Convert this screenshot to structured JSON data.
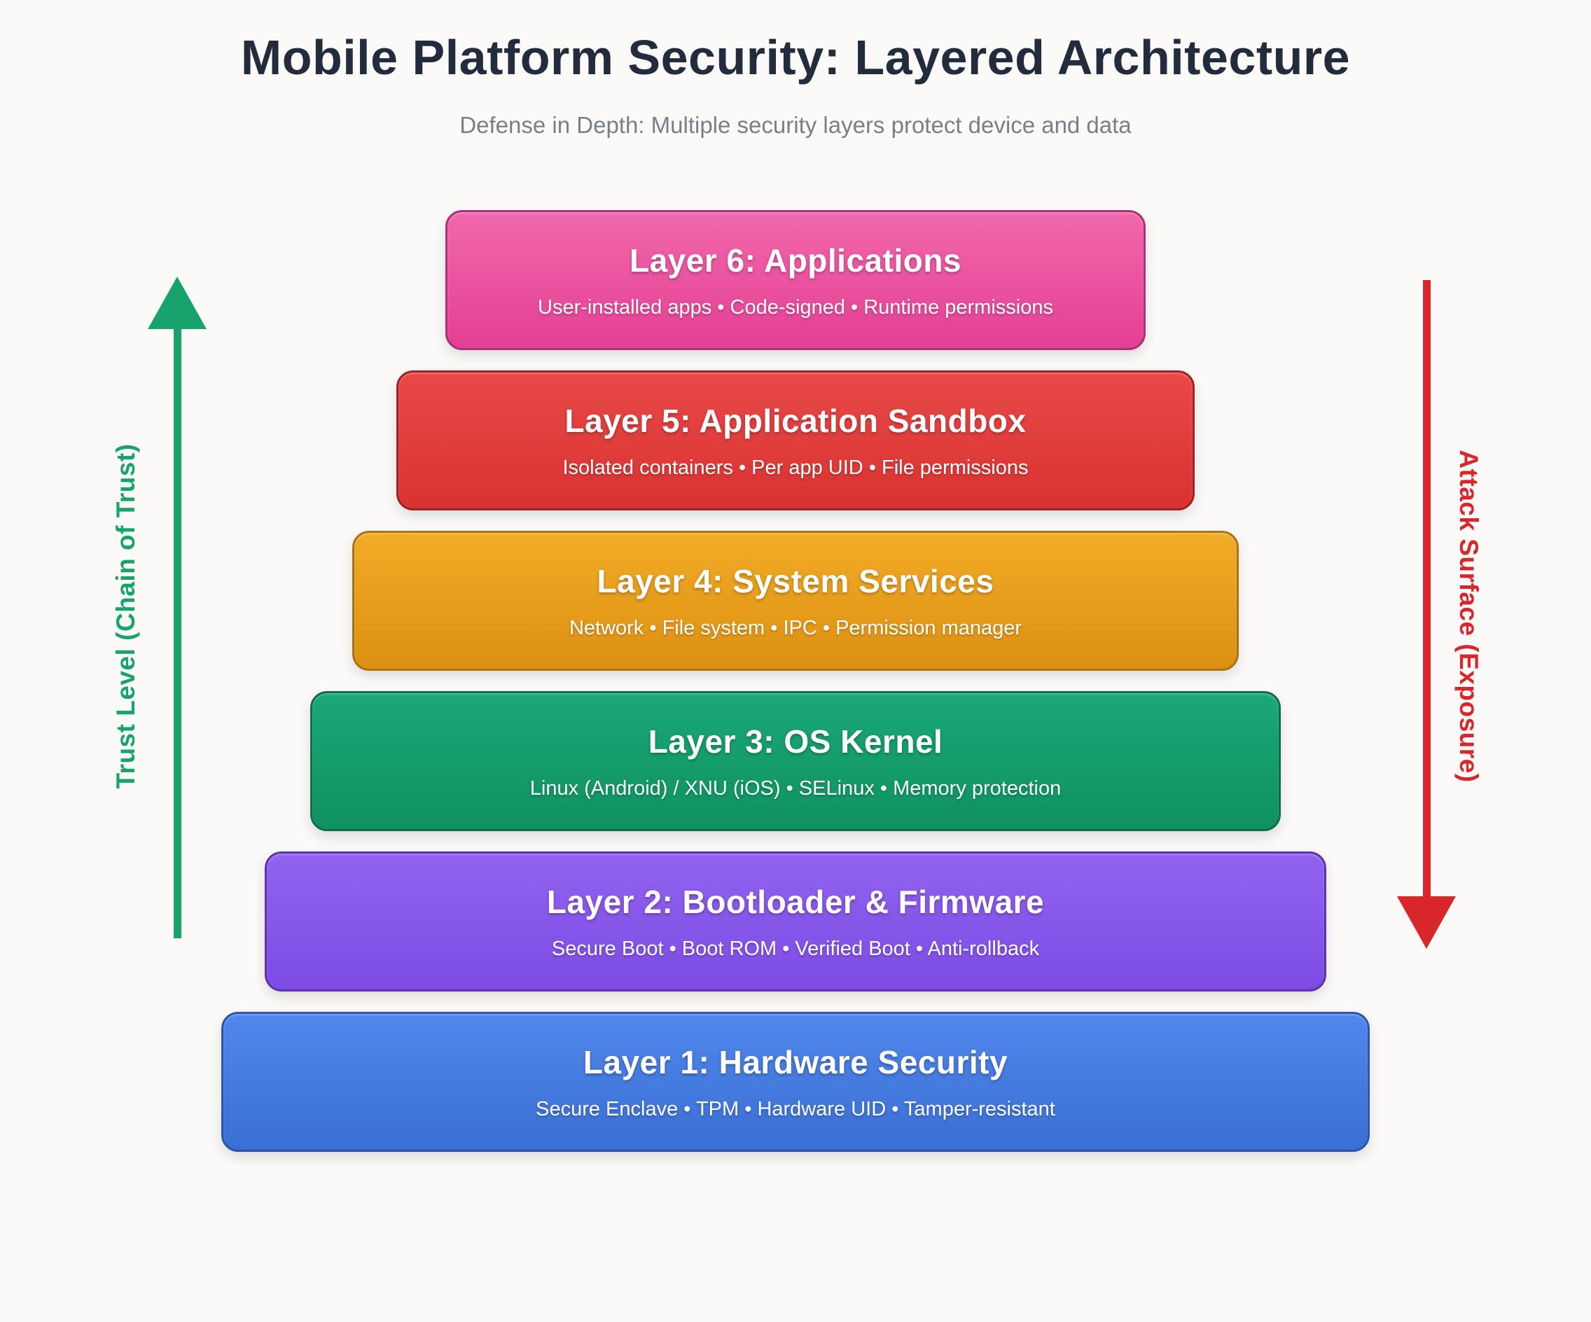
{
  "header": {
    "title": "Mobile Platform Security: Layered Architecture",
    "subtitle": "Defense in Depth: Multiple security layers protect device and data"
  },
  "layers": [
    {
      "title": "Layer 6: Applications",
      "details": "User-installed apps • Code-signed • Runtime permissions",
      "color_top": "#f168ab",
      "color_bottom": "#e43f94",
      "border_color": "#a83277"
    },
    {
      "title": "Layer 5: Application Sandbox",
      "details": "Isolated containers • Per app UID • File permissions",
      "color_top": "#e84a47",
      "color_bottom": "#d93231",
      "border_color": "#9c2424"
    },
    {
      "title": "Layer 4: System Services",
      "details": "Network • File system • IPC • Permission manager",
      "color_top": "#f2ab27",
      "color_bottom": "#dd9012",
      "border_color": "#a87413"
    },
    {
      "title": "Layer 3: OS Kernel",
      "details": "Linux (Android) / XNU (iOS) • SELinux • Memory protection",
      "color_top": "#1ba877",
      "color_bottom": "#0f9160",
      "border_color": "#0b6e4f"
    },
    {
      "title": "Layer 2: Bootloader & Firmware",
      "details": "Secure Boot • Boot ROM • Verified Boot • Anti-rollback",
      "color_top": "#9263f0",
      "color_bottom": "#7d4be4",
      "border_color": "#5c35a8"
    },
    {
      "title": "Layer 1: Hardware Security",
      "details": "Secure Enclave • TPM • Hardware UID • Tamper-resistant",
      "color_top": "#5187ec",
      "color_bottom": "#3a6ed2",
      "border_color": "#2a55a8"
    }
  ],
  "left_axis": {
    "label": "Trust Level (Chain of Trust)",
    "color": "#18a36d",
    "direction": "up"
  },
  "right_axis": {
    "label": "Attack Surface (Exposure)",
    "color": "#d8262a",
    "direction": "down"
  },
  "background_color": "#fbfaf8"
}
